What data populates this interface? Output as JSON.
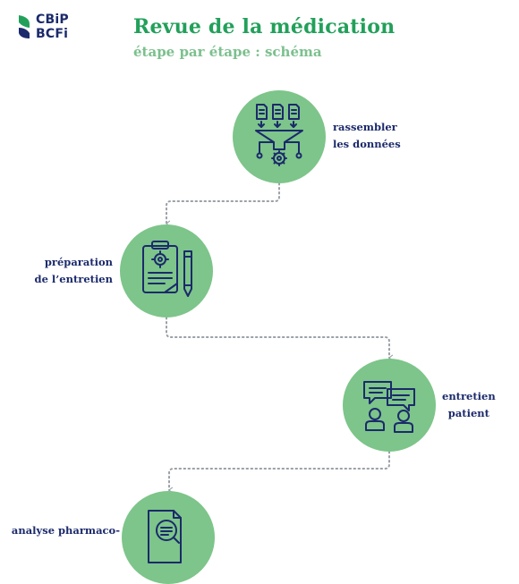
{
  "header": {
    "logo": {
      "line1": "CBiP",
      "line2": "BCFi"
    },
    "title": "Revue de la médication",
    "subtitle": "étape par étape : schéma"
  },
  "colors": {
    "brand_green": "#22a05a",
    "subtitle_green": "#7cc08e",
    "circle_green": "#7dc58a",
    "navy": "#1b2a6b",
    "connector_gray": "#9aa0a6"
  },
  "steps": [
    {
      "label_line1": "rassembler",
      "label_line2": "les données",
      "icon": "data-funnel-icon"
    },
    {
      "label_line1": "préparation",
      "label_line2": "de l’entretien",
      "icon": "clipboard-pencil-icon"
    },
    {
      "label_line1": "entretien",
      "label_line2": "patient",
      "icon": "conversation-icon"
    },
    {
      "label_line1": "analyse pharmaco-",
      "label_line2": "",
      "icon": "document-analysis-icon"
    }
  ]
}
